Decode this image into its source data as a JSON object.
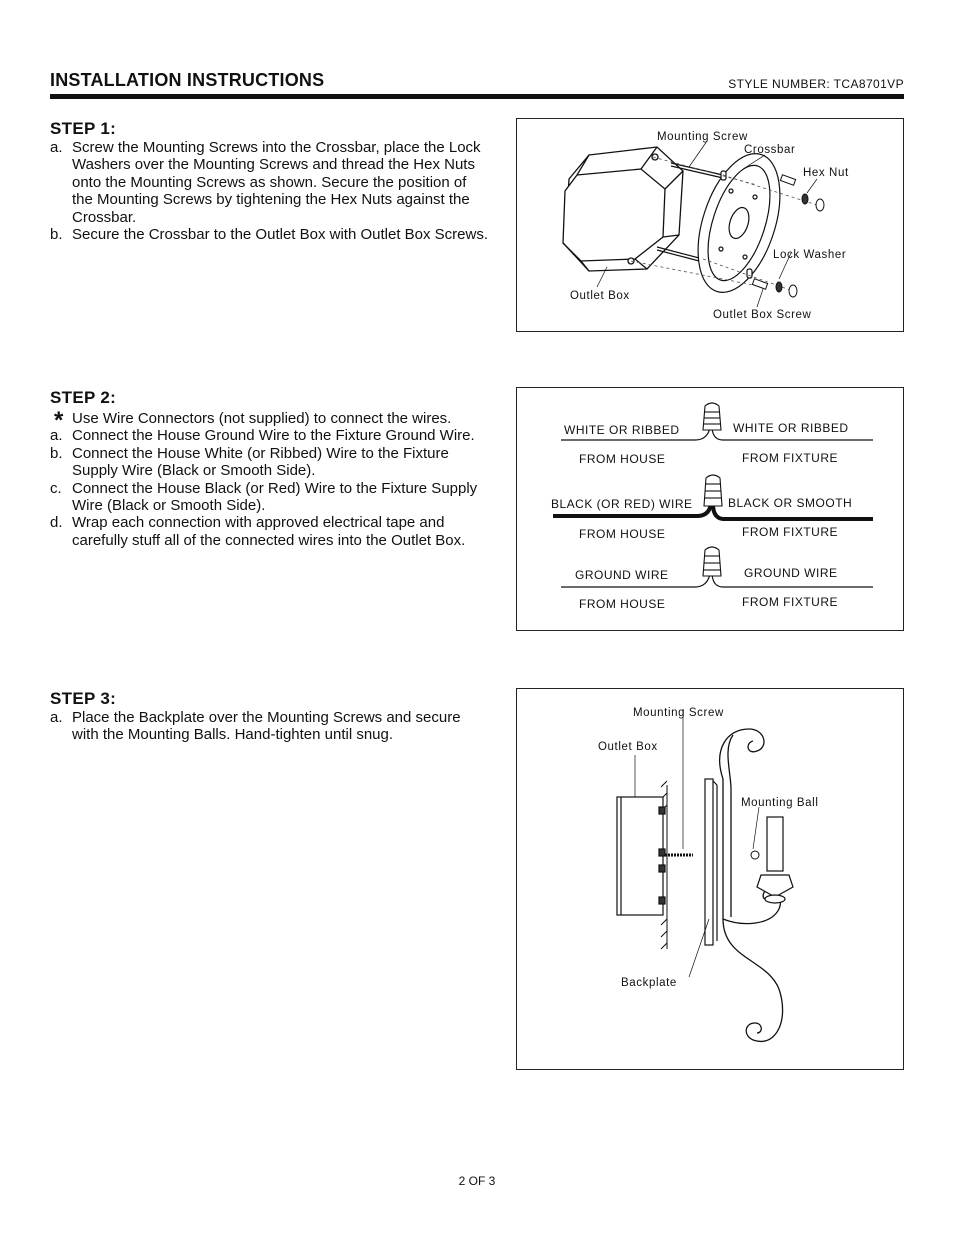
{
  "header": {
    "title": "INSTALLATION INSTRUCTIONS",
    "style_number": "STYLE NUMBER: TCA8701VP"
  },
  "steps": [
    {
      "heading": "STEP 1:",
      "items": [
        {
          "marker": "a.",
          "text": "Screw the Mounting Screws into the Crossbar,   place the Lock Washers over the Mounting Screws and thread the Hex Nuts onto the Mounting Screws as shown.   Secure the position of the Mounting Screws by tightening the Hex Nuts against the Crossbar."
        },
        {
          "marker": "b.",
          "text": "Secure the Crossbar to the Outlet Box with Outlet Box Screws."
        }
      ]
    },
    {
      "heading": "STEP 2:",
      "items": [
        {
          "marker": "*",
          "text": "Use Wire Connectors (not supplied) to connect the wires."
        },
        {
          "marker": "a.",
          "text": "Connect the House Ground Wire to the Fixture Ground Wire."
        },
        {
          "marker": "b.",
          "text": "Connect the House White (or Ribbed) Wire to the Fixture Supply Wire (Black or Smooth Side)."
        },
        {
          "marker": "c.",
          "text": "Connect the House Black (or Red) Wire to the Fixture Supply Wire (Black or Smooth Side)."
        },
        {
          "marker": "d.",
          "text": "Wrap each connection with approved electrical tape and carefully stuff all of the connected wires into the Outlet Box."
        }
      ]
    },
    {
      "heading": "STEP 3:",
      "items": [
        {
          "marker": "a.",
          "text": "Place the Backplate over the Mounting Screws and secure with the Mounting Balls. Hand-tighten until snug."
        }
      ]
    }
  ],
  "diagram1": {
    "mounting_screw": "Mounting  Screw",
    "crossbar": "Crossbar",
    "hex_nut": "Hex  Nut",
    "lock_washer": "Lock  Washer",
    "outlet_box": "Outlet  Box",
    "outlet_box_screw": "Outlet  Box  Screw"
  },
  "diagram2": {
    "white_house": "WHITE OR RIBBED",
    "white_fixture": "WHITE OR RIBBED",
    "from_house_1": "FROM HOUSE",
    "from_fixture_1": "FROM FIXTURE",
    "black_house": "BLACK (OR RED) WIRE",
    "black_fixture": "BLACK OR SMOOTH",
    "from_house_2": "FROM HOUSE",
    "from_fixture_2": "FROM FIXTURE",
    "ground_house": "GROUND WIRE",
    "ground_fixture": "GROUND WIRE",
    "from_house_3": "FROM HOUSE",
    "from_fixture_3": "FROM FIXTURE"
  },
  "diagram3": {
    "mounting_screw": "Mounting Screw",
    "outlet_box": "Outlet  Box",
    "mounting_ball": "Mounting Ball",
    "backplate": "Backplate"
  },
  "footer": {
    "page": "2 OF 3"
  }
}
